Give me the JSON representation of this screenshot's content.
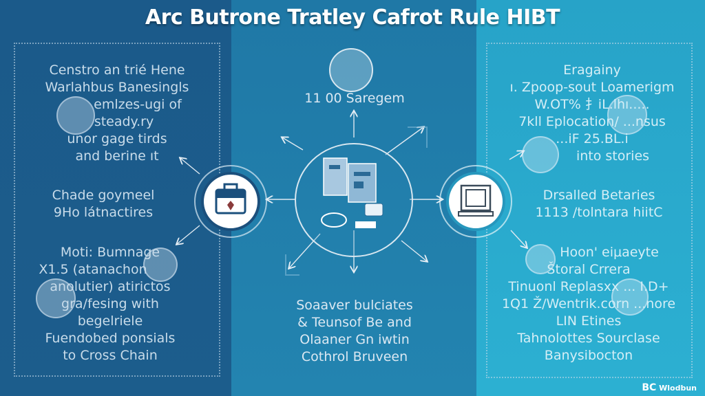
{
  "title": "Arc Butrone Tratley Cafrot Rule HIBT",
  "colors": {
    "left_panel": "#1b5a8a",
    "middle_panel": "#2080ad",
    "right_panel": "#2aa9cc",
    "accent": "#ffffff"
  },
  "left": {
    "block1": [
      "Censtro an trié Hene",
      "Warlahbus Banesingls",
      "emlzes-ugi of",
      "steady.ry",
      "unor gage tirds",
      "and berine ıt"
    ],
    "block2": [
      "Chade goymeel",
      "9Ho látnactires"
    ],
    "block3": [
      "Moti: Bumnage",
      "X1.5 (atanachon",
      "anolutier) atirictos",
      "gra/fesing with",
      "begelriele",
      "Fuendobed ponsials",
      "to Cross Chain"
    ]
  },
  "middle": {
    "top": "11 00 Saregem",
    "bottom": [
      "Soaaver bulciates",
      "& Teunsof Be and",
      "Olaaner Gn iwtin",
      "Cothrol Bruveen"
    ]
  },
  "right": {
    "block1": [
      "Eragainy",
      "ı. Zpoop-sout Loamerigm",
      "W.OT% 扌iL.lhı.....",
      "7kll Eplocation/ ...nsus",
      "...iF 25.BL.i",
      "into stories"
    ],
    "block2": [
      "Drsalled Betaries",
      "1113 /tolntara hiitC"
    ],
    "block3": [
      "Hoon' eiµaeyte",
      "Štoral Crrera",
      "Tinuonl Replasxx ... I.D+",
      "1Q1 Ž/Wentrik.corn ...nore",
      "LIN Etines",
      "Tahnolottes Sourclase",
      "Banysibocton"
    ]
  },
  "icons": {
    "left_hub": "toolbox-icon",
    "center_hub": "network-devices-icon",
    "right_hub": "computer-icon"
  },
  "logo": {
    "mark": "BC",
    "text": "Wlodbun"
  }
}
